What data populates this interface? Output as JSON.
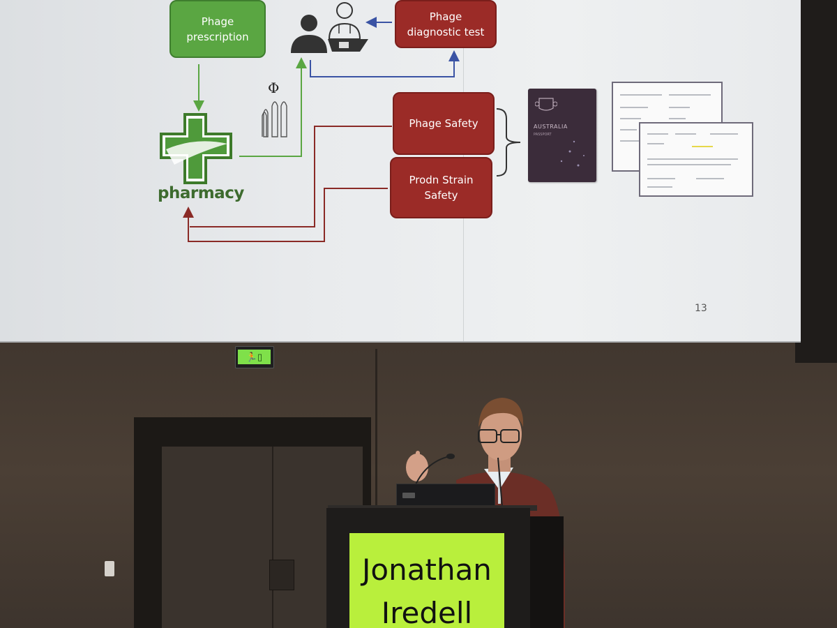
{
  "slide": {
    "page_number": "13",
    "boxes": {
      "phage_prescription": "Phage\nprescription",
      "phage_diagnostic_test": "Phage\ndiagnostic test",
      "phage_safety": "Phage Safety",
      "prodn_strain_safety": "Prodn Strain\nSafety"
    },
    "phi_symbol": "Φ",
    "pharmacy_label": "pharmacy",
    "passport": {
      "country": "AUSTRALIA",
      "subtitle": "PASSPORT"
    },
    "colors": {
      "green": "#5aa642",
      "red": "#9b2b27",
      "blue_arrow": "#3a53a4"
    }
  },
  "stage": {
    "exit_sign_icon": "running-man-exit-icon",
    "name_plate": {
      "first_name": "Jonathan",
      "last_name": "Iredell",
      "color": "#b9ef3c"
    }
  }
}
